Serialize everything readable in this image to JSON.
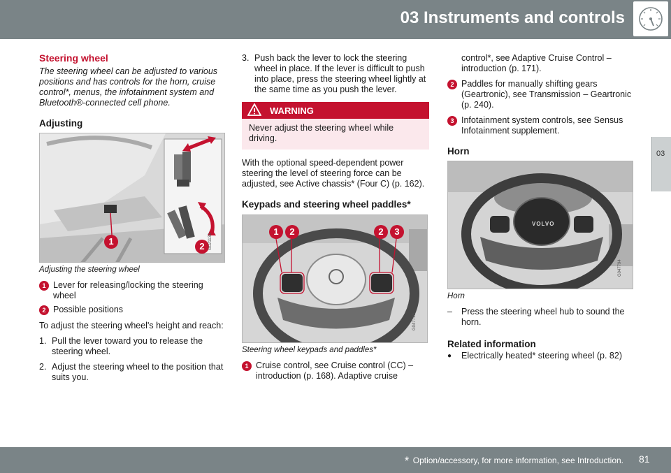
{
  "header": {
    "title": "03 Instruments and controls"
  },
  "chapter_tab": {
    "label": "03"
  },
  "footer": {
    "note": "Option/accessory, for more information, see Introduction.",
    "page_number": "81"
  },
  "left": {
    "heading": "Steering wheel",
    "intro": "The steering wheel can be adjusted to various positions and has controls for the horn, cruise control*, menus, the infotainment system and Bluetooth®-connected cell phone.",
    "adjusting_heading": "Adjusting",
    "image_code": "G021138",
    "callouts": [
      "1",
      "2"
    ],
    "caption": "Adjusting the steering wheel",
    "legend": [
      {
        "badge": "1",
        "text": "Lever for releasing/locking the steering wheel"
      },
      {
        "badge": "2",
        "text": "Possible positions"
      }
    ],
    "para": "To adjust the steering wheel's height and reach:",
    "steps": [
      {
        "num": "1.",
        "text": "Pull the lever toward you to release the steering wheel."
      },
      {
        "num": "2.",
        "text": "Adjust the steering wheel to the position that suits you."
      }
    ]
  },
  "middle": {
    "step3": {
      "num": "3.",
      "text": "Push back the lever to lock the steering wheel in place. If the lever is difficult to push into place, press the steering wheel lightly at the same time as you push the lever."
    },
    "warning": {
      "label": "WARNING",
      "text": "Never adjust the steering wheel while driving."
    },
    "para": "With the optional speed-dependent power steering the level of steering force can be adjusted, see Active chassis* (Four C) (p. 162).",
    "keypads_heading": "Keypads and steering wheel paddles*",
    "image_code": "G047719",
    "callouts": [
      "1",
      "2",
      "2",
      "3"
    ],
    "caption": "Steering wheel keypads and paddles*",
    "legend1": {
      "badge": "1",
      "text": "Cruise control, see Cruise control (CC) – introduction (p. 168). Adaptive cruise"
    }
  },
  "right": {
    "legend1_cont": "control*, see Adaptive Cruise Control – introduction (p. 171).",
    "legend": [
      {
        "badge": "2",
        "text": "Paddles for manually shifting gears (Geartronic), see Transmission – Geartronic (p. 240)."
      },
      {
        "badge": "3",
        "text": "Infotainment system controls, see Sensus Infotainment supplement."
      }
    ],
    "horn_heading": "Horn",
    "image_code": "G047794",
    "hub_logo": "VOLVO",
    "caption": "Horn",
    "dash_item": {
      "dash": "–",
      "text": "Press the steering wheel hub to sound the horn."
    },
    "related_heading": "Related information",
    "related": [
      {
        "bullet": "●",
        "text": "Electrically heated* steering wheel (p. 82)"
      }
    ]
  },
  "colors": {
    "accent": "#c4122f",
    "header": "#7a8487"
  }
}
